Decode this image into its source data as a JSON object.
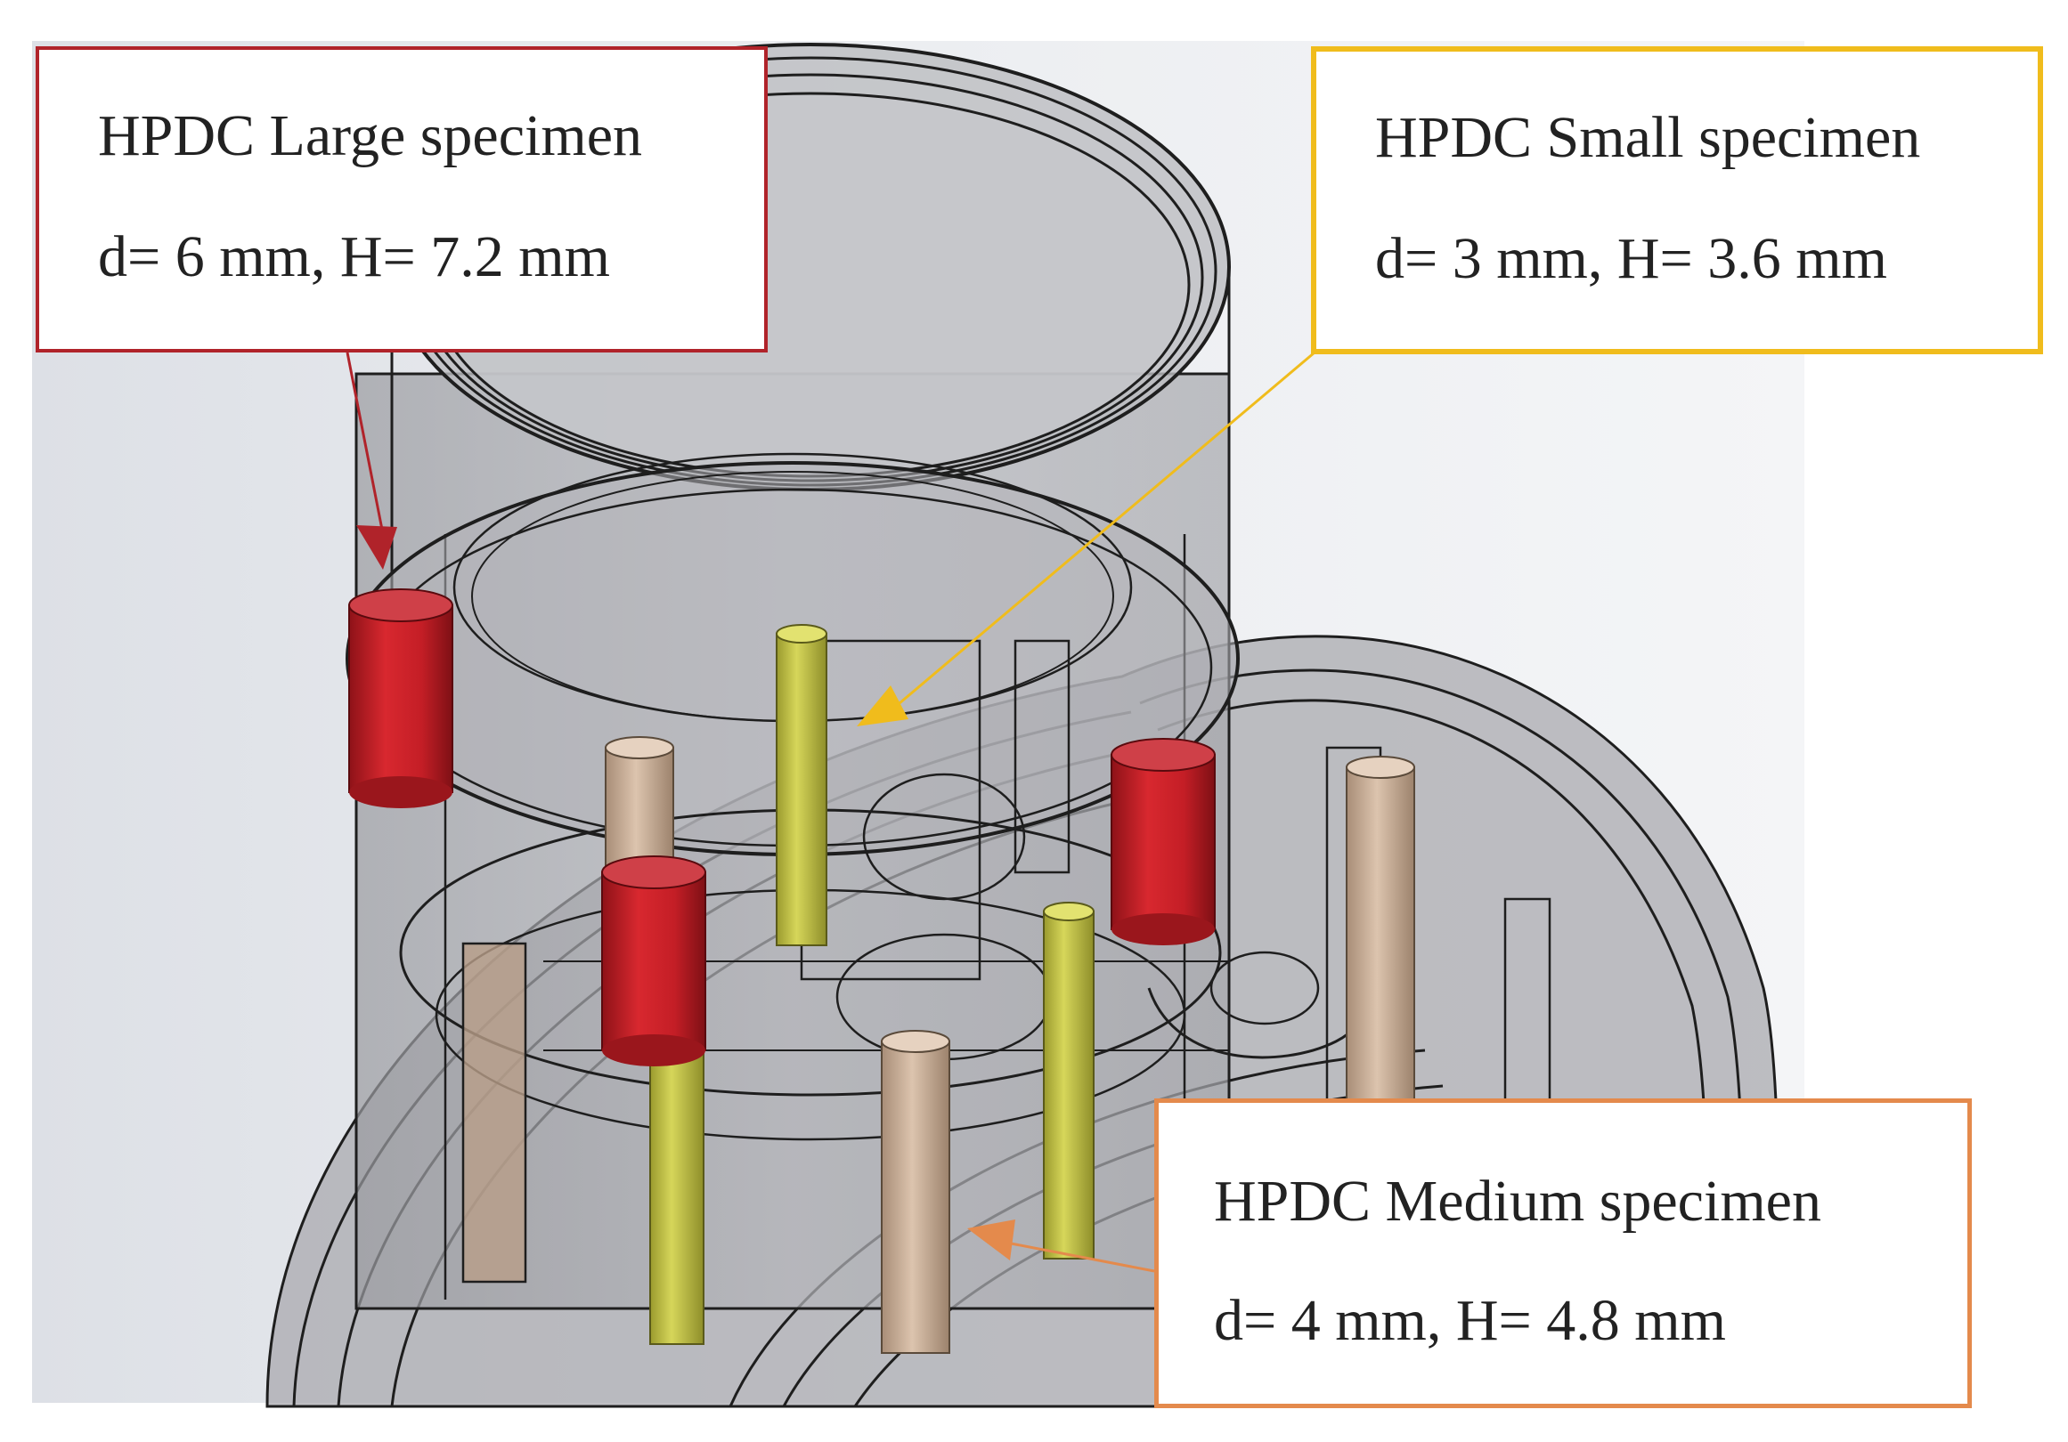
{
  "callouts": {
    "large": {
      "title": "HPDC Large specimen",
      "dims": "d= 6 mm, H= 7.2 mm",
      "color": "#b0232a"
    },
    "small": {
      "title": "HPDC Small specimen",
      "dims": "d= 3 mm, H= 3.6 mm",
      "color": "#f0bc1c"
    },
    "medium": {
      "title": "HPDC Medium specimen",
      "dims": "d= 4 mm, H= 4.8 mm",
      "color": "#e48a4c"
    }
  },
  "specimen_colors": {
    "large": "#c8202a",
    "small": "#c9c94a",
    "medium": "#cdb29a"
  },
  "icons": {
    "large_pointer": "arrow-icon",
    "small_pointer": "arrow-icon",
    "medium_pointer": "arrow-icon"
  }
}
